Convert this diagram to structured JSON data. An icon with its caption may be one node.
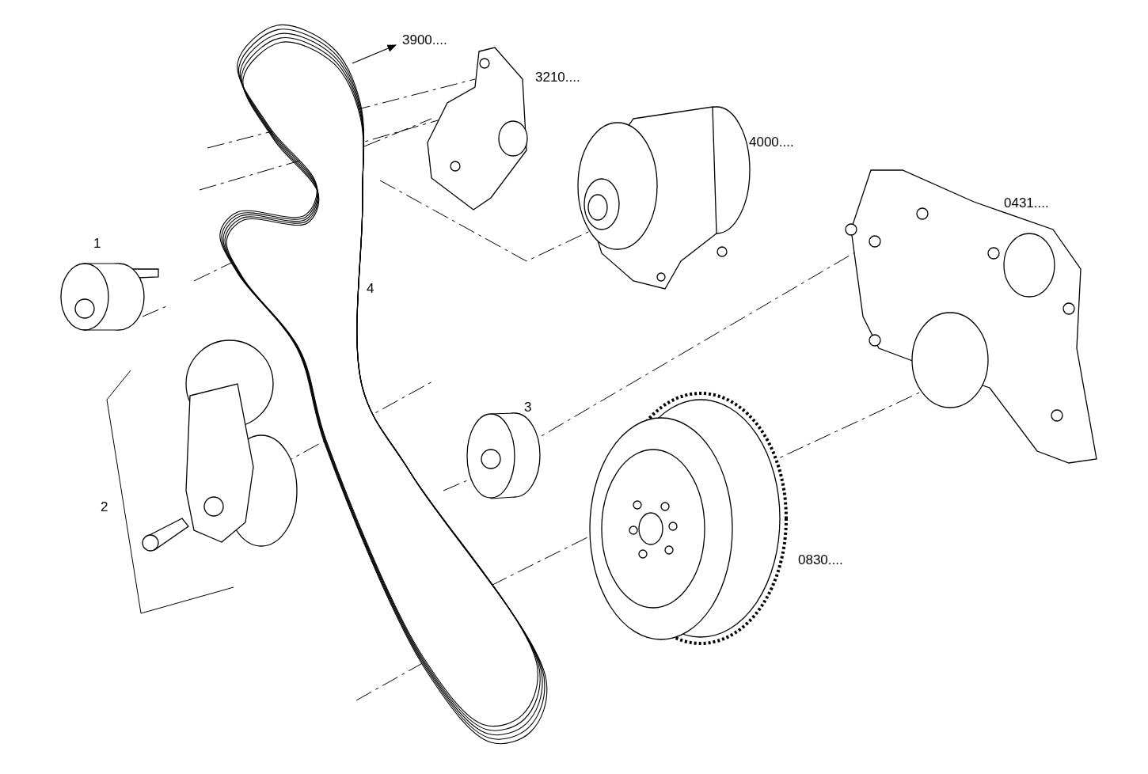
{
  "diagram": {
    "labels": [
      "3900....",
      "3210....",
      "4000....",
      "0431....",
      "1",
      "4",
      "3",
      "2",
      "0830...."
    ]
  }
}
